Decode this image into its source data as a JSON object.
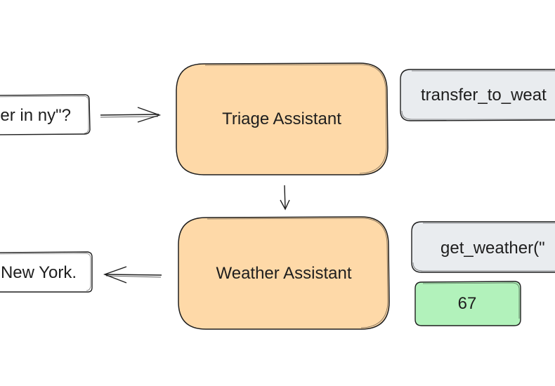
{
  "diagram": {
    "nodes": {
      "user_query": {
        "label": "er in ny\"?"
      },
      "triage": {
        "label": "Triage Assistant",
        "fill": "#fed9a8"
      },
      "tool_transfer": {
        "label": "transfer_to_weat",
        "fill": "#e9ecef"
      },
      "weather": {
        "label": "Weather Assistant",
        "fill": "#fed9a8"
      },
      "tool_get_weather": {
        "label": "get_weather(\"",
        "fill": "#e9ecef"
      },
      "tool_result": {
        "label": "67",
        "fill": "#b2f2bb"
      },
      "response": {
        "label": "New York."
      }
    },
    "colors": {
      "stroke": "#1e1e1e",
      "background": "#ffffff"
    }
  }
}
